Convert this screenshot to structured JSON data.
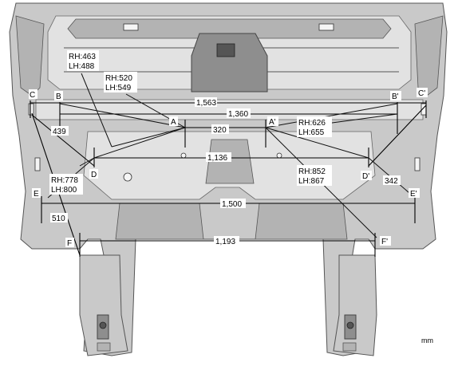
{
  "unit": "mm",
  "points": {
    "A": "A",
    "A_prime": "A'",
    "B": "B",
    "B_prime": "B'",
    "C": "C",
    "C_prime": "C'",
    "D": "D",
    "D_prime": "D'",
    "E": "E",
    "E_prime": "E'",
    "F": "F",
    "F_prime": "F'"
  },
  "dimensions": {
    "d1563": "1,563",
    "d1360": "1,360",
    "d320": "320",
    "d439": "439",
    "d1136": "1,136",
    "d342": "342",
    "d1500": "1,500",
    "d510": "510",
    "d1193": "1,193"
  },
  "callouts": {
    "b_rh": "RH:463",
    "b_lh": "LH:488",
    "a_rh": "RH:520",
    "a_lh": "LH:549",
    "ap_rh": "RH:626",
    "ap_lh": "LH:655",
    "d_rh": "RH:778",
    "d_lh": "LH:800",
    "dp_rh": "RH:852",
    "dp_lh": "LH:867"
  }
}
